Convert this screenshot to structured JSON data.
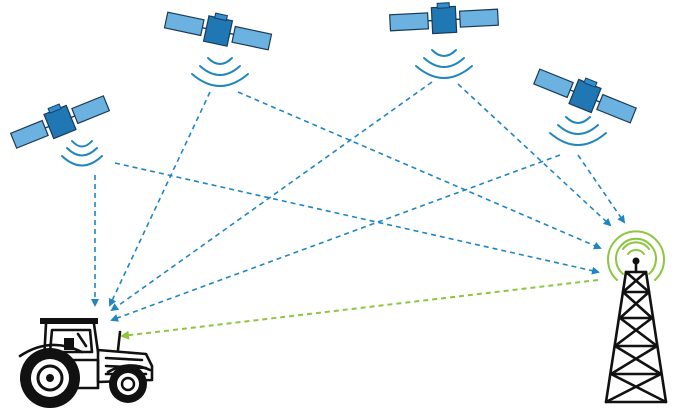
{
  "colors": {
    "satellite_panel": "#6bb2e0",
    "satellite_body": "#1f77b4",
    "outline": "#1b3a57",
    "gnss_signal": "#1f86c0",
    "correction_signal": "#8dc63f",
    "ink": "#111111",
    "background": "#ffffff"
  },
  "icons": {
    "satellite": "satellite-icon",
    "tractor": "tractor-icon",
    "tower": "radio-tower-icon"
  },
  "satellite_count": 4,
  "links": {
    "gnss_to_tractor": 4,
    "gnss_to_tower": 4,
    "tower_to_tractor": 1
  }
}
